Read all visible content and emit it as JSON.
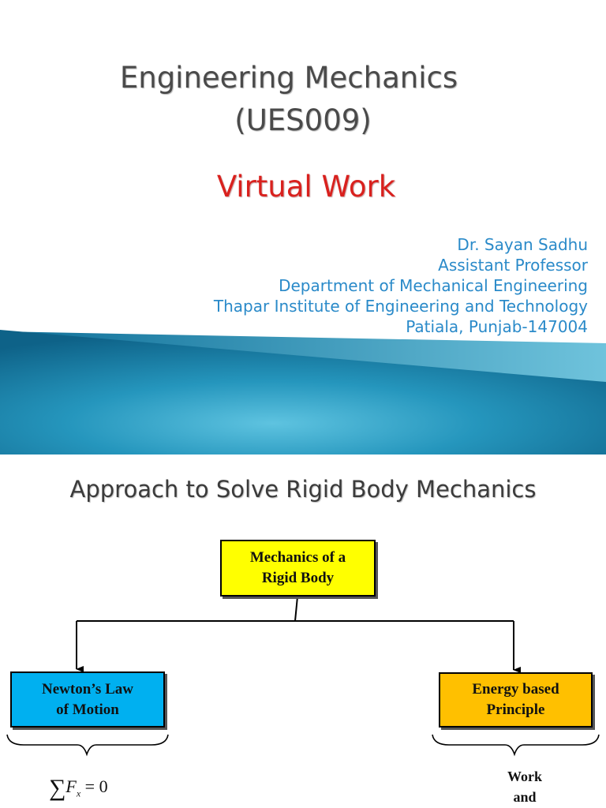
{
  "slide1": {
    "title_line_1": "Engineering Mechanics",
    "title_line_2": "(UES009)",
    "subtitle": "Virtual Work",
    "author": {
      "name": "Dr. Sayan Sadhu",
      "position": "Assistant Professor",
      "department": "Department of Mechanical Engineering",
      "institute": "Thapar Institute of Engineering and Technology",
      "address": "Patiala, Punjab-147004"
    }
  },
  "slide2": {
    "title": "Approach to Solve Rigid Body Mechanics",
    "flowchart": {
      "root": {
        "line1": "Mechanics of a",
        "line2": "Rigid Body"
      },
      "left": {
        "line1": "Newton’s Law",
        "line2": "of Motion"
      },
      "right": {
        "line1": "Energy based",
        "line2": "Principle"
      }
    },
    "equation": {
      "sum_symbol": "∑",
      "variable": "F",
      "subscript": "x",
      "rhs": " = 0"
    },
    "work_label": {
      "line1": "Work",
      "line2": "and"
    }
  },
  "colors": {
    "title_gray": "#4a4a4a",
    "subtitle_red": "#d9211e",
    "author_blue": "#2a8ac9",
    "banner_teal": "#1a7fa6",
    "root_box_yellow": "#ffff00",
    "left_box_blue": "#00b0f0",
    "right_box_orange": "#ffc000"
  }
}
